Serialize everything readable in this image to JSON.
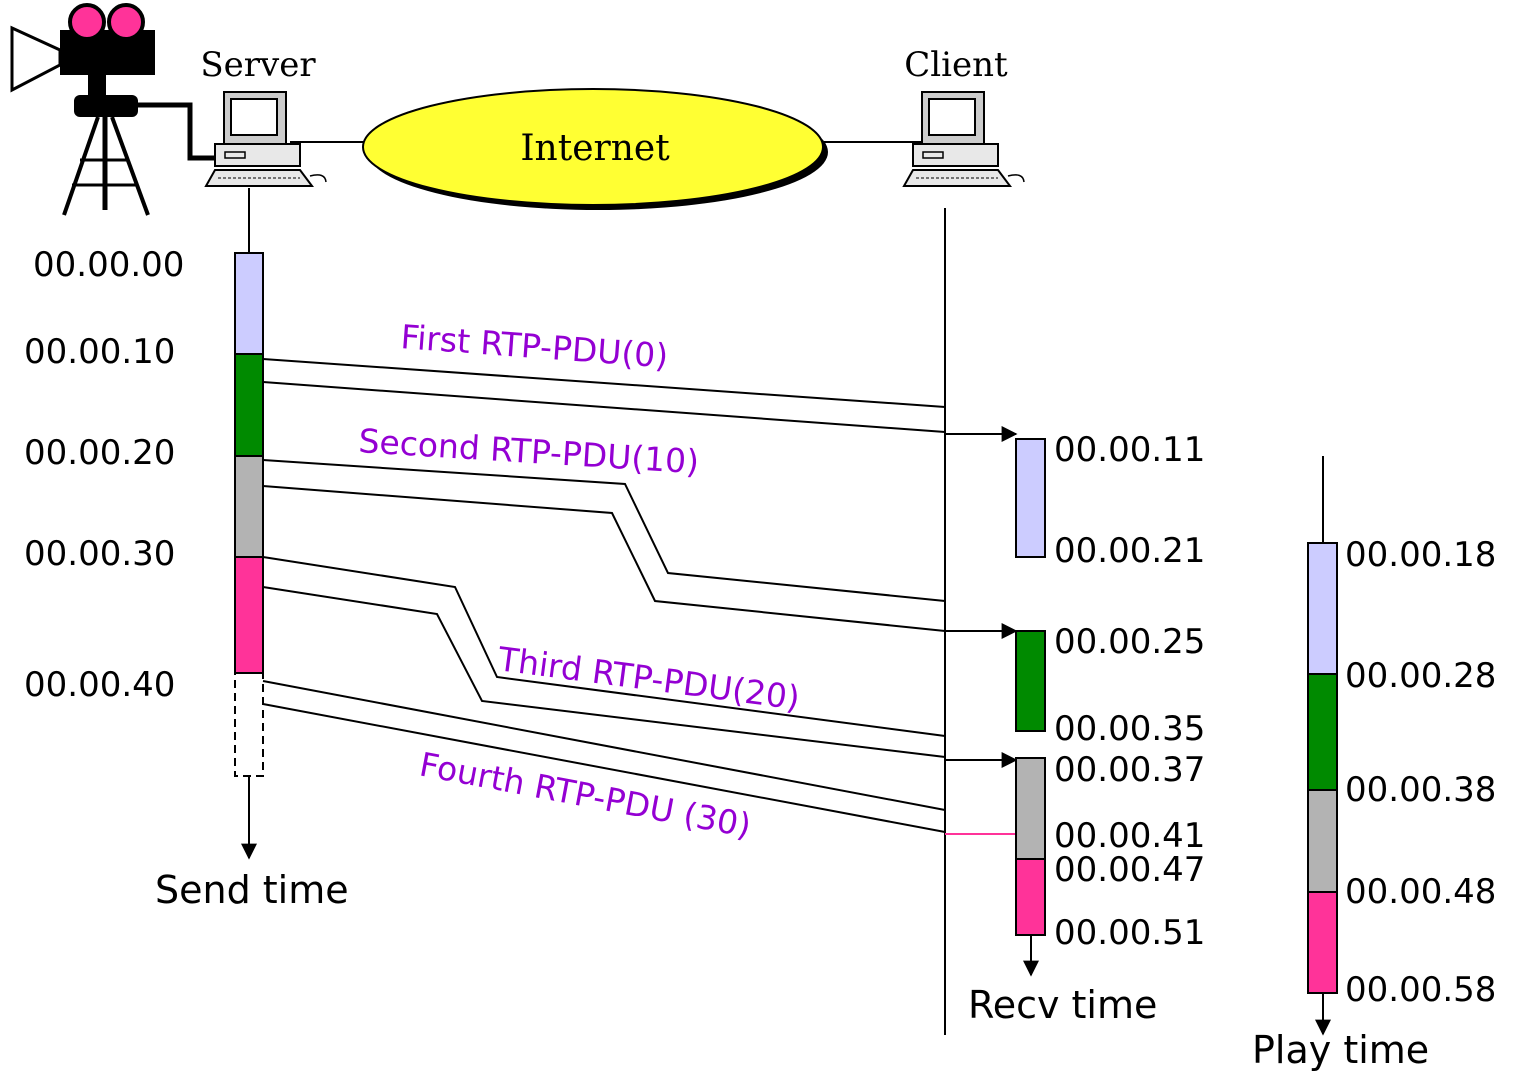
{
  "nodes": {
    "server_label": "Server",
    "client_label": "Client",
    "network_label": "Internet"
  },
  "send": {
    "times": [
      "00.00.00",
      "00.00.10",
      "00.00.20",
      "00.00.30",
      "00.00.40"
    ],
    "axis_label": "Send time"
  },
  "packets": [
    {
      "label": "First RTP-PDU(0)"
    },
    {
      "label": "Second RTP-PDU(10)"
    },
    {
      "label": "Third RTP-PDU(20)"
    },
    {
      "label": "Fourth RTP-PDU (30)"
    }
  ],
  "recv": {
    "times": [
      "00.00.11",
      "00.00.21",
      "00.00.25",
      "00.00.35",
      "00.00.37",
      "00.00.41",
      "00.00.47",
      "00.00.51"
    ],
    "axis_label": "Recv time"
  },
  "play": {
    "times": [
      "00.00.18",
      "00.00.28",
      "00.00.38",
      "00.00.48",
      "00.00.58"
    ],
    "axis_label": "Play time"
  },
  "colors": {
    "packet_1": "#ccccff",
    "packet_2": "#008a00",
    "packet_3": "#b3b3b3",
    "packet_4": "#ff3399",
    "label": "#9400D3",
    "network": "#ffff33",
    "late_arrow": "#ff3399"
  }
}
